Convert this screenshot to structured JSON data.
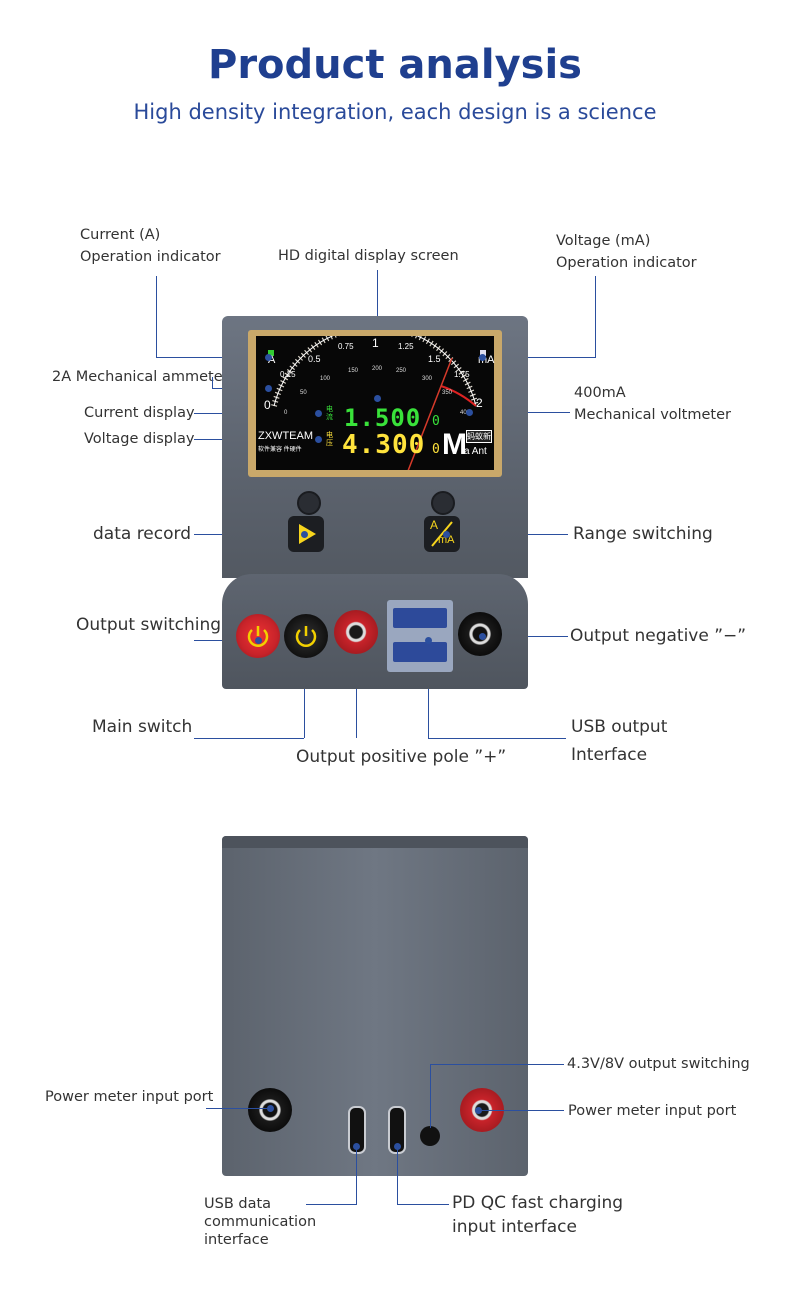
{
  "header": {
    "title": "Product analysis",
    "subtitle": "High density integration, each design is a science"
  },
  "front_labels": {
    "current_indicator_1": "Current (A)",
    "current_indicator_2": "Operation indicator",
    "hd_screen": "HD digital display screen",
    "voltage_indicator_1": "Voltage (mA)",
    "voltage_indicator_2": "Operation indicator",
    "ammeter": "2A Mechanical ammeter",
    "current_display": "Current display",
    "voltage_display": "Voltage display",
    "voltmeter_1": "400mA",
    "voltmeter_2": "Mechanical voltmeter",
    "data_record": "data record",
    "range_switching": "Range switching",
    "output_switching": "Output switching",
    "output_negative": "Output negative ”−”",
    "main_switch": "Main switch",
    "output_positive": "Output positive pole ”+”",
    "usb_output_1": "USB output",
    "usb_output_2": "Interface"
  },
  "screen": {
    "brand": "ZXWTEAM",
    "current_value": "1.500",
    "current_unit": "0",
    "voltage_value": "4.300",
    "voltage_unit": "0",
    "big_m": "M",
    "ma_ant": "a Ant",
    "cn_current_1": "电",
    "cn_current_2": "流",
    "cn_voltage_1": "电",
    "cn_voltage_2": "压",
    "cn_tag": "蚂蚁新",
    "cn_slogan": "软件兼容 件硬件",
    "scale_left": "A",
    "scale_right": "mA",
    "ticks_top": [
      "0",
      "0.25",
      "0.5",
      "0.75",
      "1",
      "1.25",
      "1.5",
      "1.75",
      "2"
    ],
    "ticks_bottom": [
      "0",
      "50",
      "100",
      "150",
      "200",
      "250",
      "300",
      "350",
      "400"
    ]
  },
  "buttons": {
    "range_a": "A",
    "range_ma": "mA"
  },
  "back_labels": {
    "power_meter_left": "Power meter input port",
    "switching": "4.3V/8V output switching",
    "power_meter_right": "Power meter input port",
    "usb_data_1": "USB data",
    "usb_data_2": "communication",
    "usb_data_3": "interface",
    "pd_qc_1": "PD QC fast charging",
    "pd_qc_2": "input interface"
  },
  "colors": {
    "title": "#1f3f8f",
    "leader": "#2b4f9f",
    "digits_current": "#39e23a",
    "digits_voltage": "#ffe33c",
    "jack_red": "#c8232a",
    "jack_yellow": "#f2d000"
  }
}
